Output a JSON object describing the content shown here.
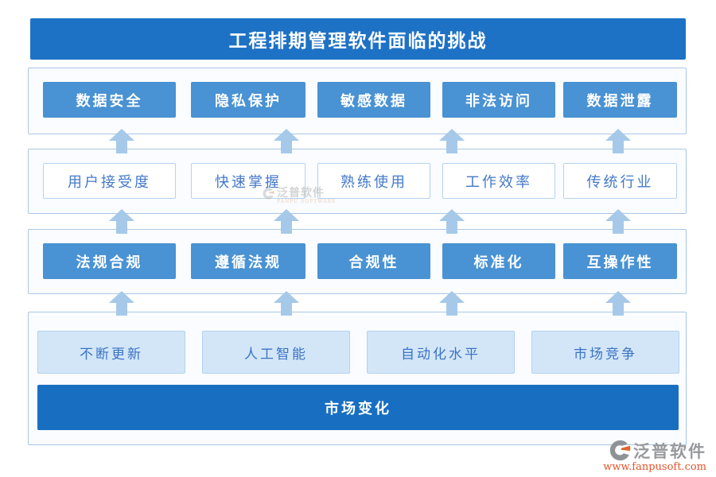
{
  "page": {
    "title": "工程排期管理软件面临的挑战"
  },
  "rows": [
    {
      "name": "data-security-tier",
      "style": "solid",
      "items": [
        "数据安全",
        "隐私保护",
        "敏感数据",
        "非法访问",
        "数据泄露"
      ]
    },
    {
      "name": "user-acceptance-tier",
      "style": "outline",
      "items": [
        "用户接受度",
        "快速掌握",
        "熟练使用",
        "工作效率",
        "传统行业"
      ]
    },
    {
      "name": "compliance-tier",
      "style": "solid",
      "items": [
        "法规合规",
        "遵循法规",
        "合规性",
        "标准化",
        "互操作性"
      ]
    },
    {
      "name": "market-tier",
      "style": "light",
      "items": [
        "不断更新",
        "人工智能",
        "自动化水平",
        "市场竞争"
      ]
    }
  ],
  "bottom_bar": {
    "label": "市场变化"
  },
  "watermark": {
    "brand": "泛普软件",
    "sub": "FANPU SOFTWARE"
  },
  "footer": {
    "brand": "泛普软件",
    "url": "www.fanpusoft.com"
  },
  "colors": {
    "title_bg": "#1e72c6",
    "box_blue": "#4992d3",
    "panel_border": "#a9c7e6",
    "panel_bg": "#fafcff",
    "arrow_blue": "#a6c9e9",
    "outline_border": "#b5d2ee",
    "outline_text": "#4479ca",
    "light_bg": "#d3e6f8",
    "light_border": "#b2d1ef",
    "light_text": "#3b73c5",
    "bar_bg": "#186fc2",
    "footer_gray": "#97999c",
    "footer_orange": "#e2552d"
  }
}
